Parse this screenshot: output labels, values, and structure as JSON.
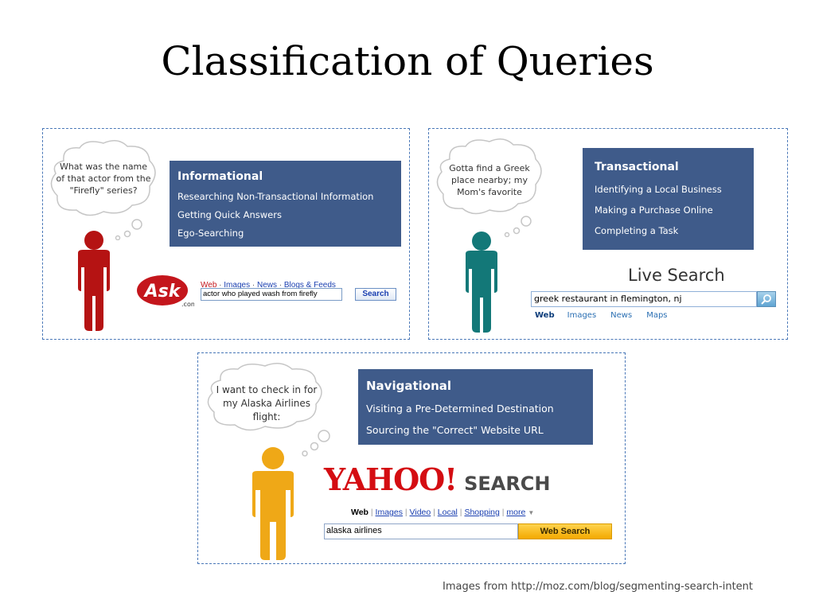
{
  "slide": {
    "title": "Classification of Queries",
    "credit": "Images from http://moz.com/blog/segmenting-search-intent"
  },
  "informational": {
    "thought": "What was the name of that actor from the \"Firefly\" series?",
    "heading": "Informational",
    "items": [
      "Researching Non-Transactional Information",
      "Getting Quick Answers",
      "Ego-Searching"
    ],
    "person_color": "#b51313",
    "ask": {
      "logo": "Ask",
      "logo_suffix": ".com",
      "links": [
        "Web",
        "Images",
        "News",
        "Blogs & Feeds"
      ],
      "query": "actor who played wash from firefly",
      "button": "Search"
    }
  },
  "transactional": {
    "thought": "Gotta find a Greek place nearby; my Mom's favorite",
    "heading": "Transactional",
    "items": [
      "Identifying a Local Business",
      "Making a Purchase Online",
      "Completing a Task"
    ],
    "person_color": "#137878",
    "live": {
      "logo": "Live Search",
      "query": "greek restaurant in flemington, nj",
      "tabs": [
        "Web",
        "Images",
        "News",
        "Maps"
      ]
    }
  },
  "navigational": {
    "thought": "I want to check in for my Alaska Airlines flight:",
    "heading": "Navigational",
    "items": [
      "Visiting a Pre-Determined Destination",
      "Sourcing the \"Correct\" Website URL"
    ],
    "person_color": "#efa817",
    "yahoo": {
      "logo": "YAHOO!",
      "logo_suffix": "SEARCH",
      "tabs": [
        "Web",
        "Images",
        "Video",
        "Local",
        "Shopping",
        "more"
      ],
      "query": "alaska airlines",
      "button": "Web Search"
    }
  },
  "colors": {
    "box": "#3f5b8a",
    "panel_border": "#4a78b8"
  }
}
